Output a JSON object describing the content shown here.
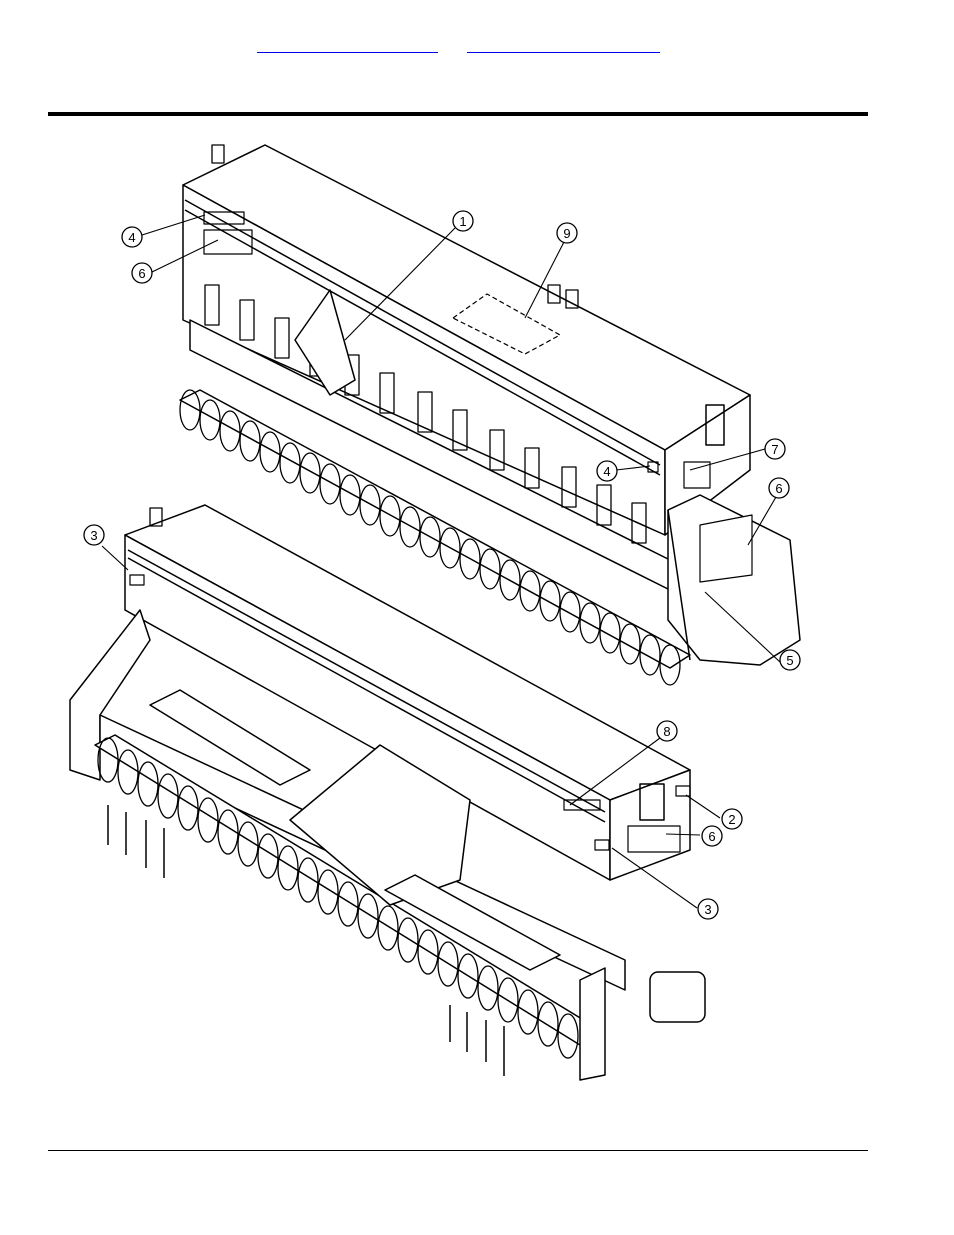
{
  "header": {
    "links": [
      "",
      ""
    ]
  },
  "diagram": {
    "callouts": [
      {
        "id": "c4a",
        "label": "4"
      },
      {
        "id": "c6a",
        "label": "6"
      },
      {
        "id": "c1",
        "label": "1"
      },
      {
        "id": "c9",
        "label": "9"
      },
      {
        "id": "c7",
        "label": "7"
      },
      {
        "id": "c4b",
        "label": "4"
      },
      {
        "id": "c6b",
        "label": "6"
      },
      {
        "id": "c5",
        "label": "5"
      },
      {
        "id": "c3a",
        "label": "3"
      },
      {
        "id": "c8",
        "label": "8"
      },
      {
        "id": "c2",
        "label": "2"
      },
      {
        "id": "c6c",
        "label": "6"
      },
      {
        "id": "c3b",
        "label": "3"
      }
    ]
  },
  "colors": {
    "line": "#000000",
    "link": "#0000ee",
    "fill": "#ffffff"
  }
}
